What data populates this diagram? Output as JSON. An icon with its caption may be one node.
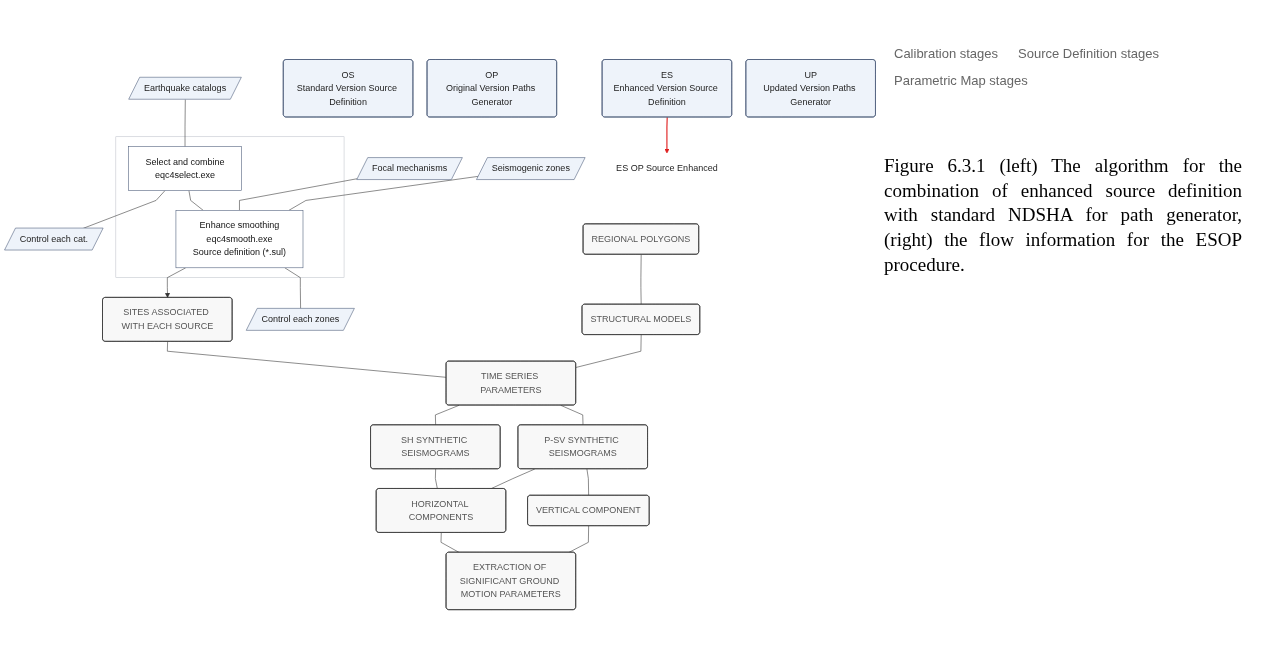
{
  "diagram": {
    "caption": "Figure 6.3.1 (left) The algorithm for the combination of enhanced source definition with standard NDSHA for path generator, (right) the flow information for the ESOP procedure.",
    "nodes": [
      {
        "text": [
          "Focal mechanisms"
        ]
      },
      {
        "text": [
          "Seismogenic zones"
        ]
      },
      {
        "text": [
          "Earthquake catalogs"
        ]
      },
      {
        "text": [],
        "shape": "box"
      },
      {
        "text": [
          "Select and combine",
          "eqc4select.exe"
        ],
        "in": 3
      },
      {
        "text": [
          "Control each cat."
        ]
      },
      {
        "text": [
          "Enhance smoothing",
          "eqc4smooth.exe",
          "Source definition (*.sul)"
        ],
        "in": 3
      },
      {
        "text": [
          "Control each zones"
        ]
      },
      {
        "text": [
          "REGIONAL POLYGONS"
        ]
      },
      {
        "text": [
          "STRUCTURAL MODELS"
        ]
      },
      {
        "text": [
          "SITES ASSOCIATED WITH EACH SOURCE"
        ]
      },
      {
        "text": [
          "TIME SERIES PARAMETERS"
        ]
      },
      {
        "text": [
          "P-SV SYNTHETIC SEISMOGRAMS"
        ]
      },
      {
        "text": [
          "SH SYNTHETIC SEISMOGRAMS"
        ]
      },
      {
        "text": [
          "VERTICAL COMPONENT"
        ]
      },
      {
        "text": [
          "HORIZONTAL COMPONENTS"
        ]
      },
      {
        "text": [
          "EXTRACTION OF SIGNIFICANT GROUND MOTION PARAMETERS"
        ]
      },
      {
        "text": [
          "OS",
          "Standard Version Source Definition"
        ]
      },
      {
        "text": [
          "OP",
          "Original Version Paths Generator"
        ]
      },
      {
        "text": [
          "ES",
          "Enhanced Version Source Definition"
        ]
      },
      {
        "text": [
          "UP",
          "Updated Version Paths Generator"
        ]
      },
      {
        "text": [
          "ES OP Source Enhanced"
        ]
      }
    ],
    "edges": [
      {
        "from": 0,
        "to": 6,
        "arrow": "none"
      },
      {
        "from": 1,
        "to": 6,
        "arrow": "none"
      },
      {
        "from": 2,
        "to": 4,
        "arrow": "none"
      },
      {
        "from": 4,
        "to": 6,
        "arrow": "none"
      },
      {
        "from": 4,
        "to": 5,
        "arrow": "none"
      },
      {
        "from": 6,
        "to": 7,
        "arrow": "none"
      },
      {
        "from": 6,
        "to": 10,
        "arrow": "to"
      },
      {
        "from": 8,
        "to": 9,
        "arrow": "none"
      },
      {
        "from": 9,
        "to": 11,
        "arrow": "none"
      },
      {
        "from": 10,
        "to": 11,
        "arrow": "none"
      },
      {
        "from": 11,
        "to": 12,
        "arrow": "none"
      },
      {
        "from": 11,
        "to": 13,
        "arrow": "none"
      },
      {
        "from": 12,
        "to": 14,
        "arrow": "none"
      },
      {
        "from": 12,
        "to": 15,
        "arrow": "none"
      },
      {
        "from": 13,
        "to": 15,
        "arrow": "none"
      },
      {
        "from": 14,
        "to": 16,
        "arrow": "none"
      },
      {
        "from": 15,
        "to": 16,
        "arrow": "none"
      },
      {
        "from": 19,
        "to": 21,
        "arrow": "to",
        "color": "#e02020"
      }
    ],
    "labels": [
      "Calibration stages",
      "Source Definition stages",
      "Parametric Map stages"
    ]
  }
}
